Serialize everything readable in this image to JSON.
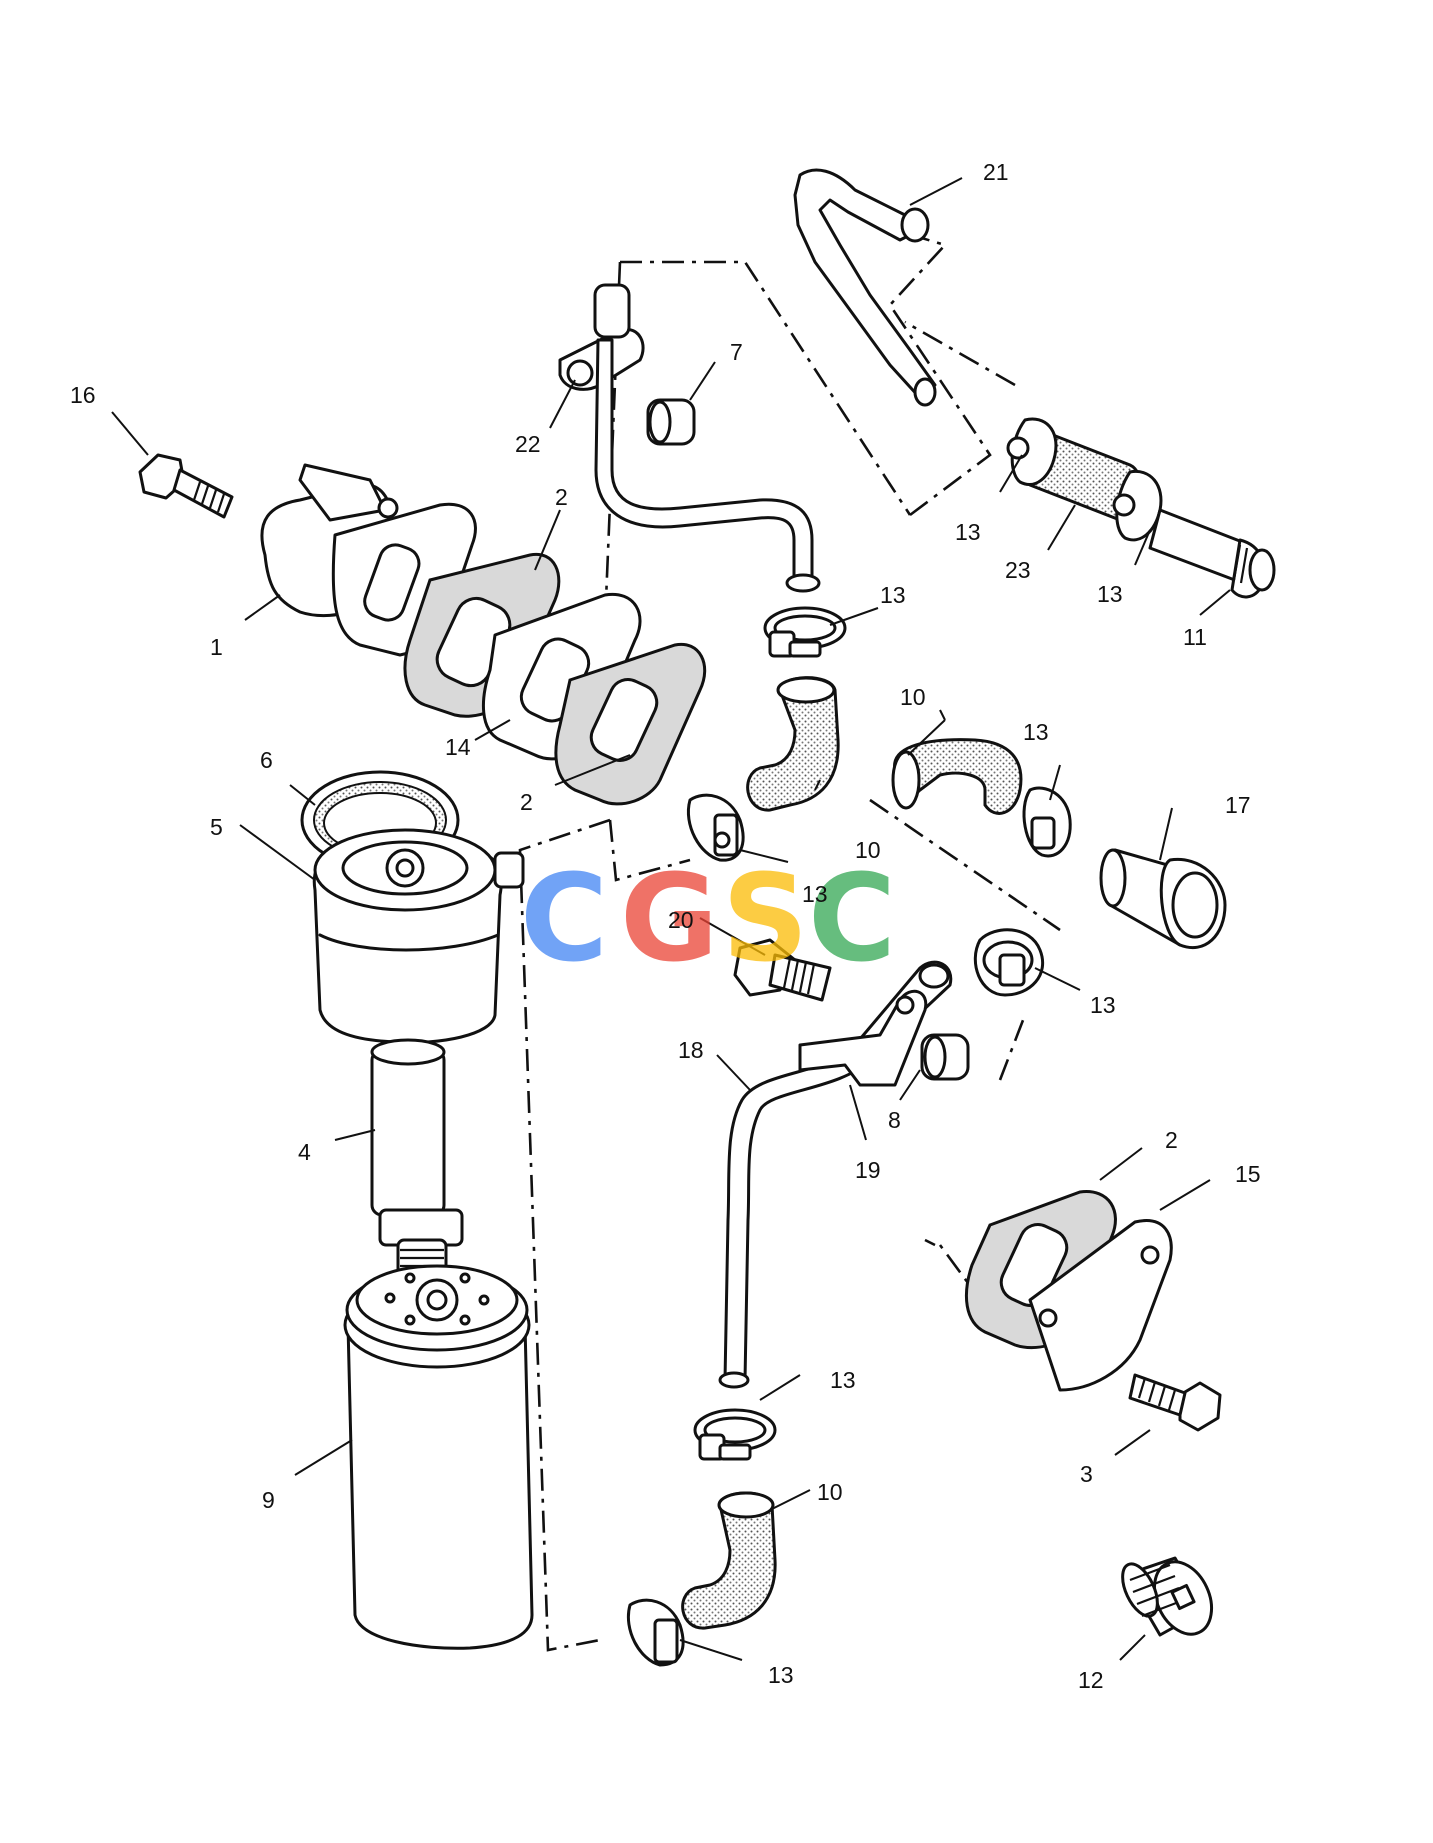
{
  "labels": {
    "p1": "1",
    "p2a": "2",
    "p2b": "2",
    "p2c": "2",
    "p3": "3",
    "p4": "4",
    "p5": "5",
    "p6": "6",
    "p7": "7",
    "p8": "8",
    "p9": "9",
    "p10a": "10",
    "p10b": "10",
    "p10c": "10",
    "p11": "11",
    "p12": "12",
    "p13a": "13",
    "p13b": "13",
    "p13c": "13",
    "p13d": "13",
    "p13e": "13",
    "p13f": "13",
    "p13g": "13",
    "p13h": "13",
    "p14": "14",
    "p15": "15",
    "p16": "16",
    "p17": "17",
    "p18": "18",
    "p19": "19",
    "p20": "20",
    "p21": "21",
    "p22": "22",
    "p23": "23"
  },
  "watermark": {
    "letters": [
      "C",
      "G",
      "S",
      "C"
    ],
    "colors": [
      "#4285f4",
      "#ea4335",
      "#fbbc05",
      "#34a853"
    ]
  }
}
